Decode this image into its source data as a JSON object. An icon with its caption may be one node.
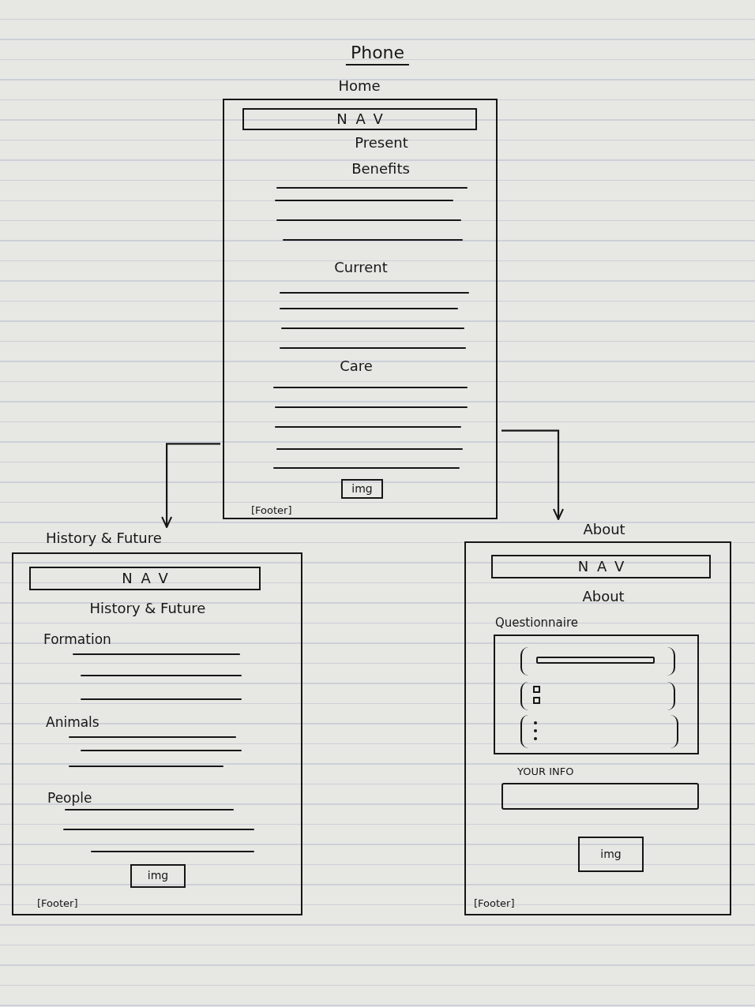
{
  "diagram": {
    "title": "Phone",
    "nodes": [
      {
        "text": [
          "Home",
          "Present",
          "Benefits",
          "Current",
          "Care",
          "[Footer]"
        ]
      },
      {
        "text": [
          "NAV"
        ],
        "in": 0
      },
      {
        "text": [
          "img"
        ],
        "in": 0
      },
      {
        "text": [
          "History & Future",
          "History & Future",
          "Formation",
          "Animals",
          "People",
          "[Footer]"
        ]
      },
      {
        "text": [
          "NAV"
        ],
        "in": 3
      },
      {
        "text": [
          "img"
        ],
        "in": 3
      },
      {
        "text": [
          "About",
          "About",
          "[Footer]"
        ]
      },
      {
        "text": [
          "NAV"
        ],
        "in": 6
      },
      {
        "text": [
          "Questionnaire"
        ],
        "in": 6
      },
      {
        "text": [
          "YOUR INFO"
        ],
        "in": 6
      },
      {
        "text": [
          "img"
        ],
        "in": 6
      }
    ],
    "edges": [
      {
        "from": 0,
        "to": 3,
        "arrow": "to"
      },
      {
        "from": 0,
        "to": 6,
        "arrow": "to"
      }
    ]
  }
}
